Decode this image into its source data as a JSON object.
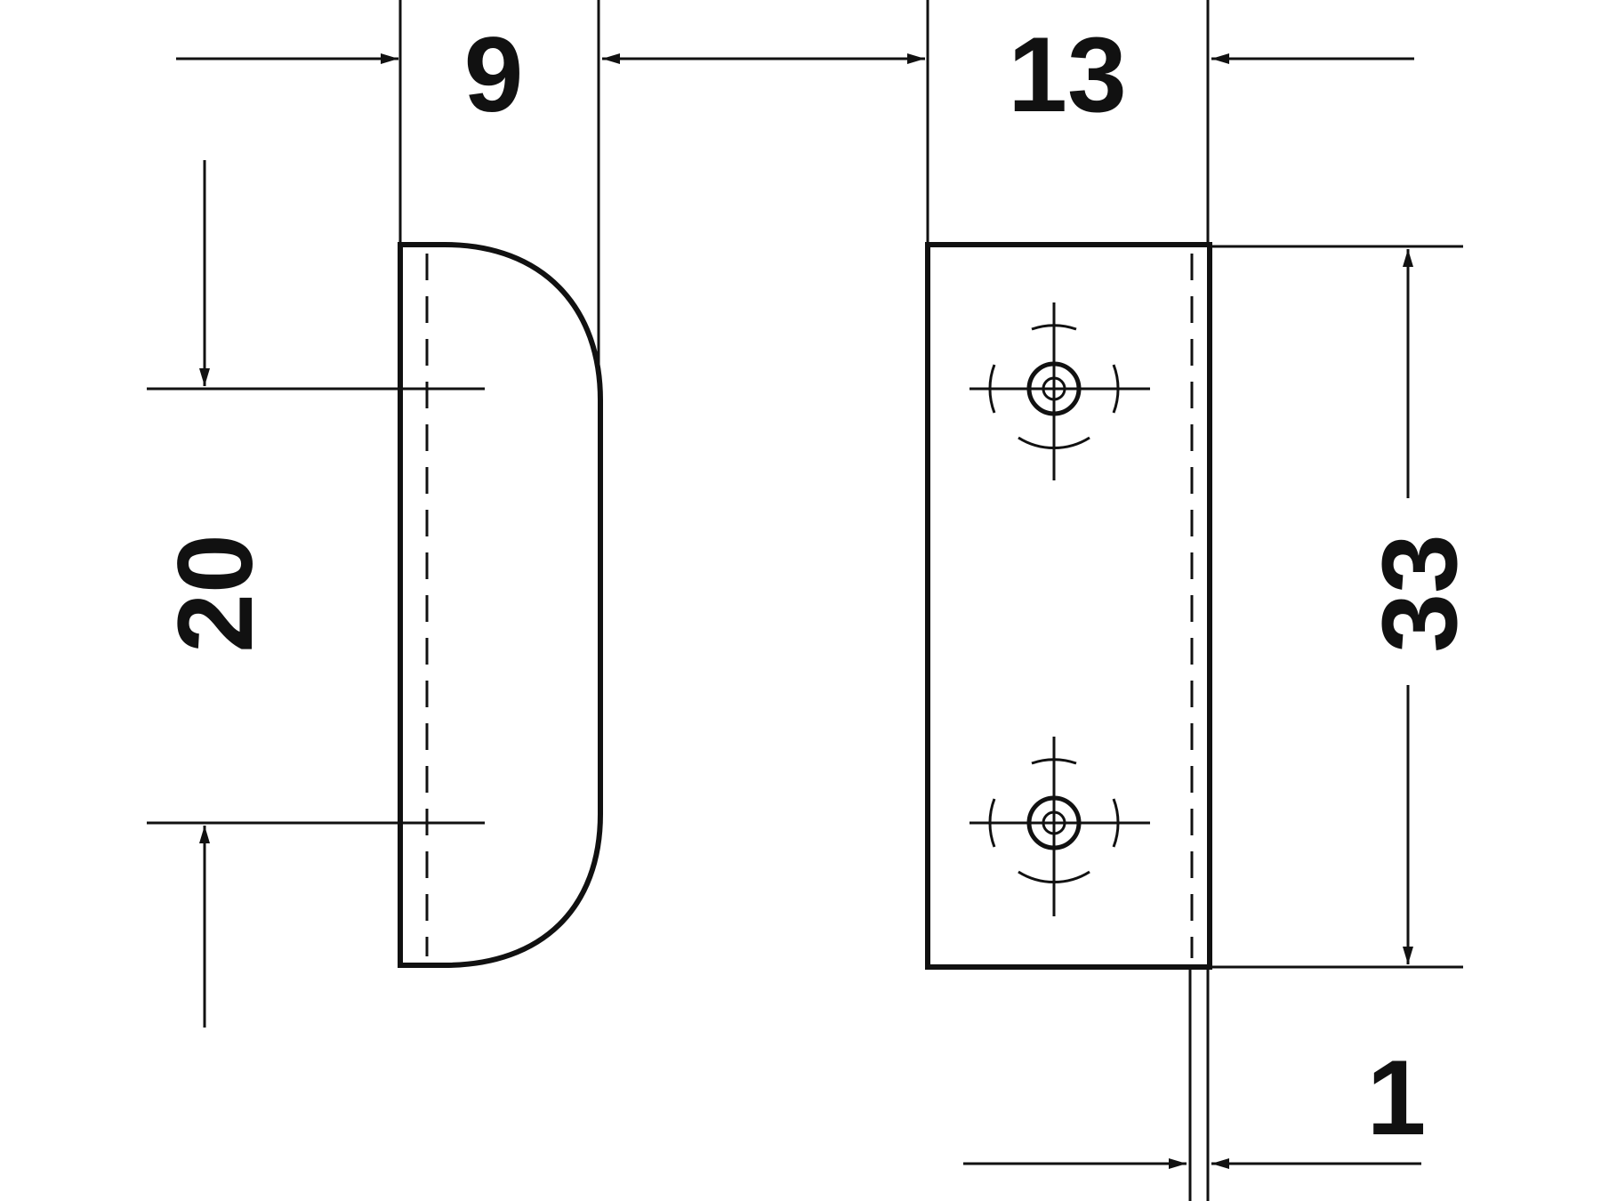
{
  "dimensions": {
    "width_left_part": "9",
    "width_right_part": "13",
    "height_left_part": "20",
    "height_right_part": "33",
    "thickness": "1"
  },
  "colors": {
    "ink": "#111111",
    "background": "#ffffff"
  }
}
